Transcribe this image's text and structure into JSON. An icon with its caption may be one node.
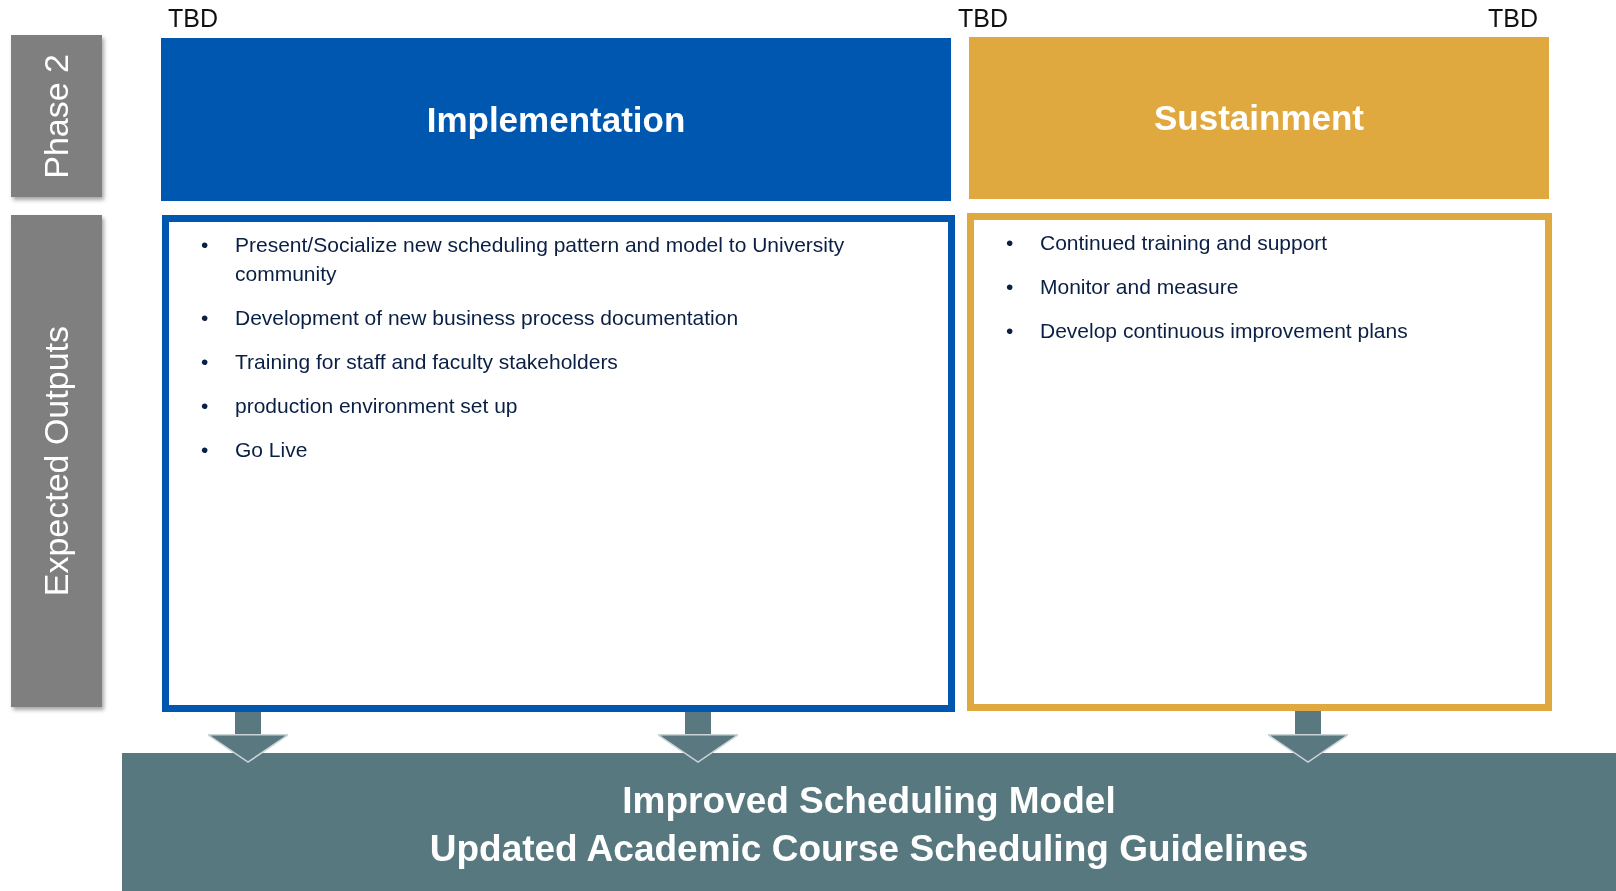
{
  "diagram": {
    "nodes": [
      {
        "text": [
          "Phase 2"
        ]
      },
      {
        "text": [
          "Implementation"
        ]
      },
      {
        "text": [
          "Sustainment"
        ]
      },
      {
        "text": [
          "Expected Outputs"
        ]
      },
      {
        "text": [
          "•",
          "Present/Socialize new scheduling pattern and model to University community",
          "•",
          "Development of new business process documentation",
          "•",
          "Training for staff and faculty stakeholders",
          "•",
          "production environment set up",
          "•",
          "Go Live"
        ]
      },
      {
        "text": [
          "•",
          "Continued training and support",
          "•",
          "Monitor and measure",
          "•",
          "Develop continuous improvement plans"
        ]
      },
      {
        "text": [
          "Improved Scheduling Model",
          "Updated Academic Course Scheduling Guidelines"
        ]
      }
    ],
    "edges": [
      {
        "from": 4,
        "to": 6,
        "arrow": "to"
      },
      {
        "from": 4,
        "to": 6,
        "arrow": "to"
      },
      {
        "from": 5,
        "to": 6,
        "arrow": "to"
      }
    ],
    "labels": [
      "TBD",
      "TBD",
      "TBD"
    ]
  }
}
